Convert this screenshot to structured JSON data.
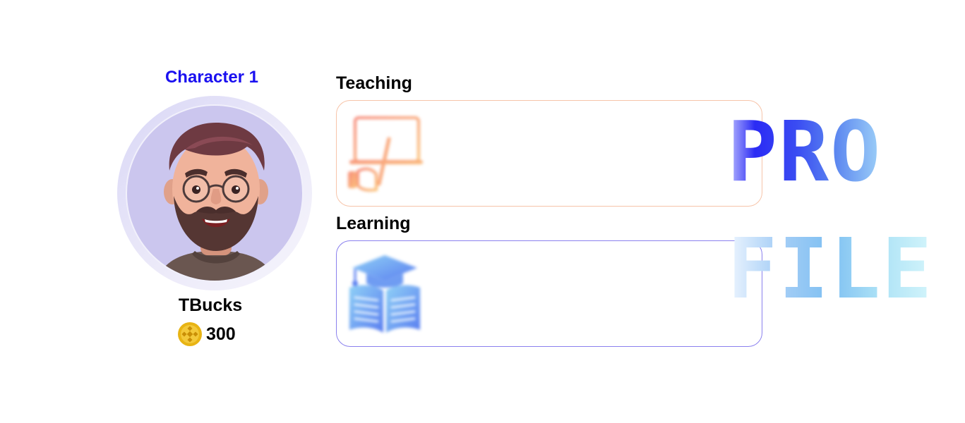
{
  "profile": {
    "character_title": "Character 1",
    "avatar": "bearded-man-with-glasses-avatar",
    "currency_label": "TBucks",
    "currency_icon": "binance-coin-icon",
    "currency_amount": "300"
  },
  "sections": {
    "teaching": {
      "label": "Teaching",
      "icon": "teaching-board-icon",
      "border_color": "#f7c4a9"
    },
    "learning": {
      "label": "Learning",
      "icon": "open-book-graduation-cap-icon",
      "border_color": "#8a80ee"
    }
  },
  "wordmark": {
    "line1": "PRO",
    "line2": "FILE"
  },
  "colors": {
    "title_blue": "#1a10f0",
    "avatar_bg": "#cbc6ee",
    "coin_gold": "#e8b414"
  }
}
